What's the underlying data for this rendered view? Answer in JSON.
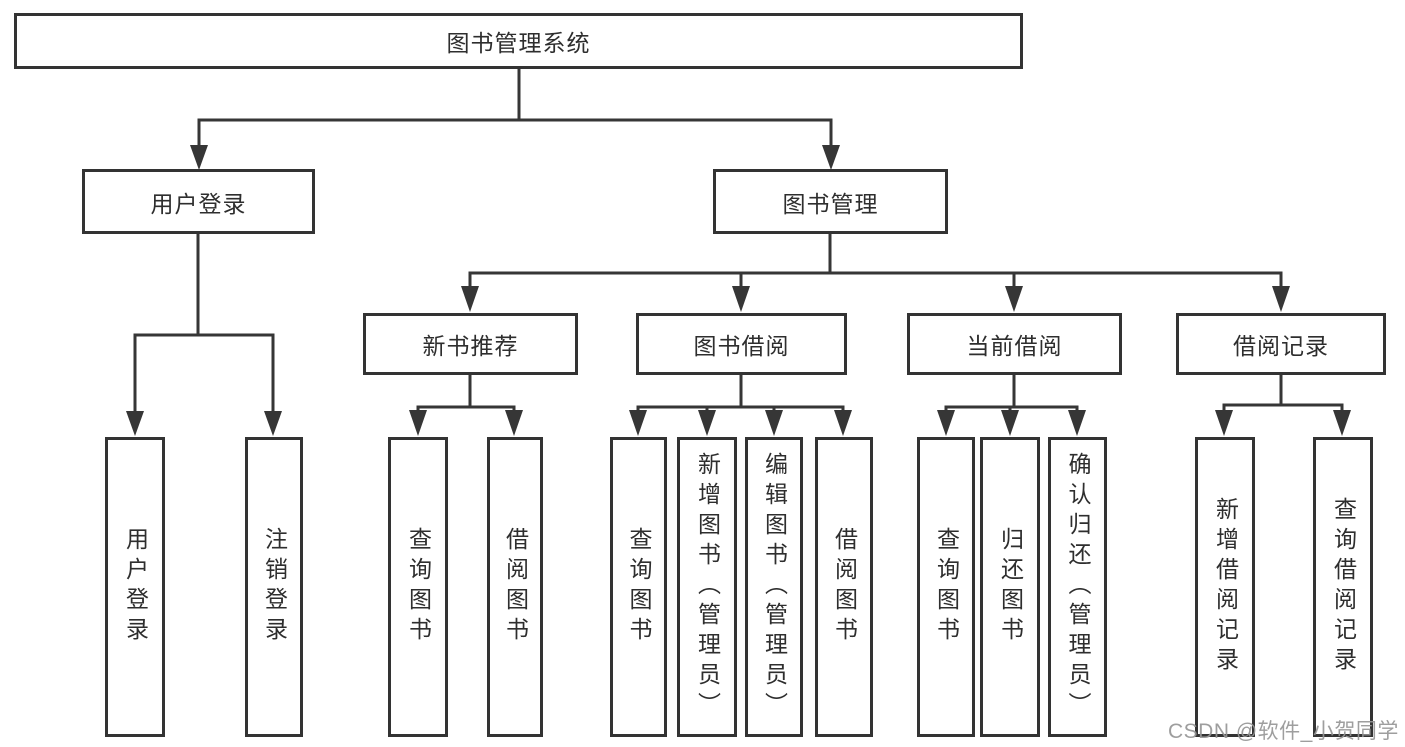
{
  "tree": {
    "label": "图书管理系统",
    "children": [
      {
        "label": "用户登录",
        "children": [
          {
            "label": "用户登录"
          },
          {
            "label": "注销登录"
          }
        ]
      },
      {
        "label": "图书管理",
        "children": [
          {
            "label": "新书推荐",
            "children": [
              {
                "label": "查询图书"
              },
              {
                "label": "借阅图书"
              }
            ]
          },
          {
            "label": "图书借阅",
            "children": [
              {
                "label": "查询图书"
              },
              {
                "label": "新增图书（管理员）"
              },
              {
                "label": "编辑图书（管理员）"
              },
              {
                "label": "借阅图书"
              }
            ]
          },
          {
            "label": "当前借阅",
            "children": [
              {
                "label": "查询图书"
              },
              {
                "label": "归还图书"
              },
              {
                "label": "确认归还（管理员）"
              }
            ]
          },
          {
            "label": "借阅记录",
            "children": [
              {
                "label": "新增借阅记录"
              },
              {
                "label": "查询借阅记录"
              }
            ]
          }
        ]
      }
    ]
  },
  "watermark": {
    "text": "CSDN @软件_小贺同学",
    "color": "#969696"
  },
  "colors": {
    "line": "#363636",
    "box_border": "#333333",
    "text": "#2e2e2e",
    "background": "#ffffff"
  }
}
